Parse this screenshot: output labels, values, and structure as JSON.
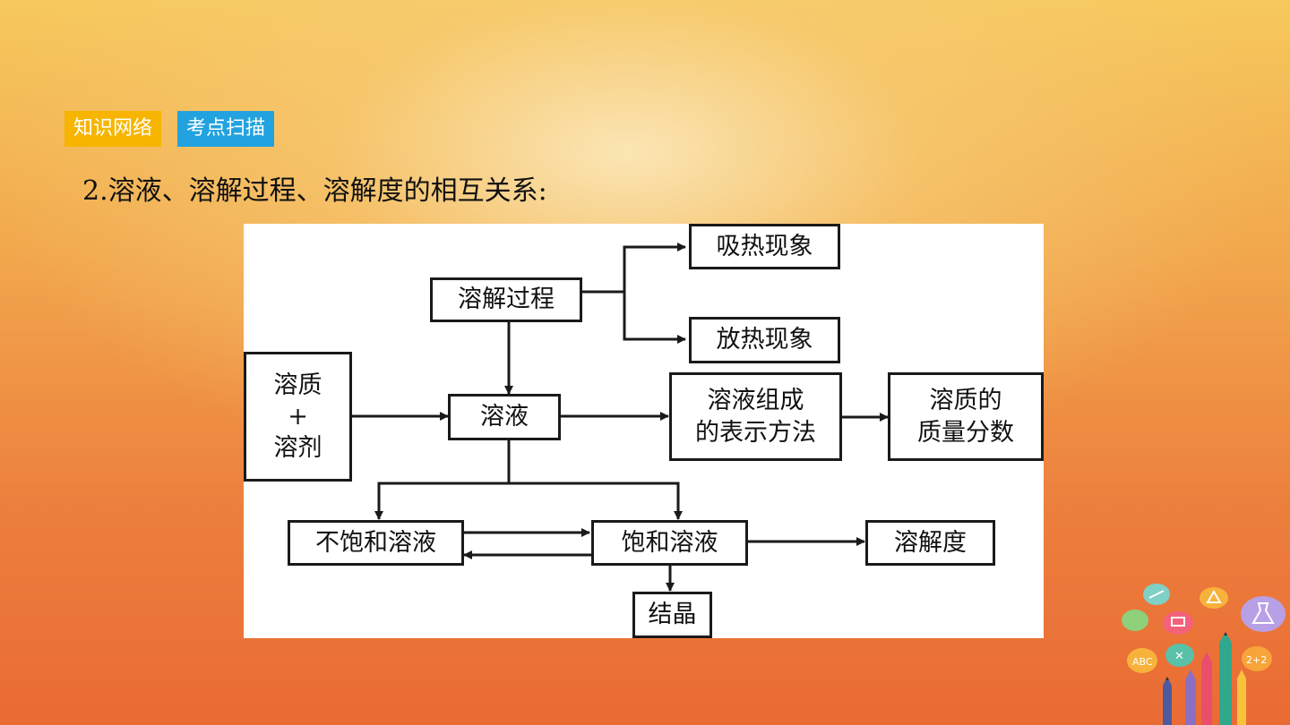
{
  "tags": {
    "knowledge": "知识网络",
    "scan": "考点扫描"
  },
  "heading": "2.溶液、溶解过程、溶解度的相互关系:",
  "diagram": {
    "absorb": "吸热现象",
    "process": "溶解过程",
    "release": "放热现象",
    "solute_solvent": "溶质\n+\n溶剂",
    "solution": "溶液",
    "composition": "溶液组成\n的表示方法",
    "mass_fraction": "溶质的\n质量分数",
    "unsaturated": "不饱和溶液",
    "saturated": "饱和溶液",
    "solubility": "溶解度",
    "crystal": "结晶"
  },
  "colors": {
    "tag_yellow": "#f7b500",
    "tag_blue": "#22a3df"
  },
  "decoration_icons": [
    "pencil-icon",
    "chat-bubble-icon",
    "flask-icon",
    "abc-icon",
    "math-icon"
  ]
}
